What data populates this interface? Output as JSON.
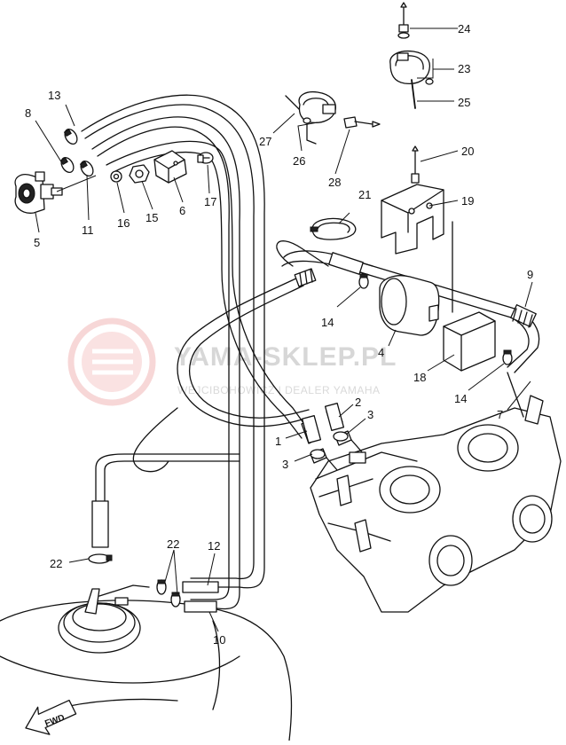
{
  "watermark": {
    "brand": "YAMA-SKLEP.PL",
    "tagline": "WEJCIBOHOWICZ | DEALER YAMAHA"
  },
  "fwd_label": "FWD",
  "callouts": [
    {
      "id": "1",
      "label": "1"
    },
    {
      "id": "2",
      "label": "2"
    },
    {
      "id": "3a",
      "label": "3"
    },
    {
      "id": "3b",
      "label": "3"
    },
    {
      "id": "4",
      "label": "4"
    },
    {
      "id": "5",
      "label": "5"
    },
    {
      "id": "6",
      "label": "6"
    },
    {
      "id": "7",
      "label": "7"
    },
    {
      "id": "8",
      "label": "8"
    },
    {
      "id": "9",
      "label": "9"
    },
    {
      "id": "10",
      "label": "10"
    },
    {
      "id": "11",
      "label": "11"
    },
    {
      "id": "12",
      "label": "12"
    },
    {
      "id": "13",
      "label": "13"
    },
    {
      "id": "14a",
      "label": "14"
    },
    {
      "id": "14b",
      "label": "14"
    },
    {
      "id": "15",
      "label": "15"
    },
    {
      "id": "16",
      "label": "16"
    },
    {
      "id": "17",
      "label": "17"
    },
    {
      "id": "18",
      "label": "18"
    },
    {
      "id": "19",
      "label": "19"
    },
    {
      "id": "20",
      "label": "20"
    },
    {
      "id": "21",
      "label": "21"
    },
    {
      "id": "22a",
      "label": "22"
    },
    {
      "id": "22b",
      "label": "22"
    },
    {
      "id": "23",
      "label": "23"
    },
    {
      "id": "24",
      "label": "24"
    },
    {
      "id": "25",
      "label": "25"
    },
    {
      "id": "26",
      "label": "26"
    },
    {
      "id": "27",
      "label": "27"
    },
    {
      "id": "28",
      "label": "28"
    }
  ]
}
